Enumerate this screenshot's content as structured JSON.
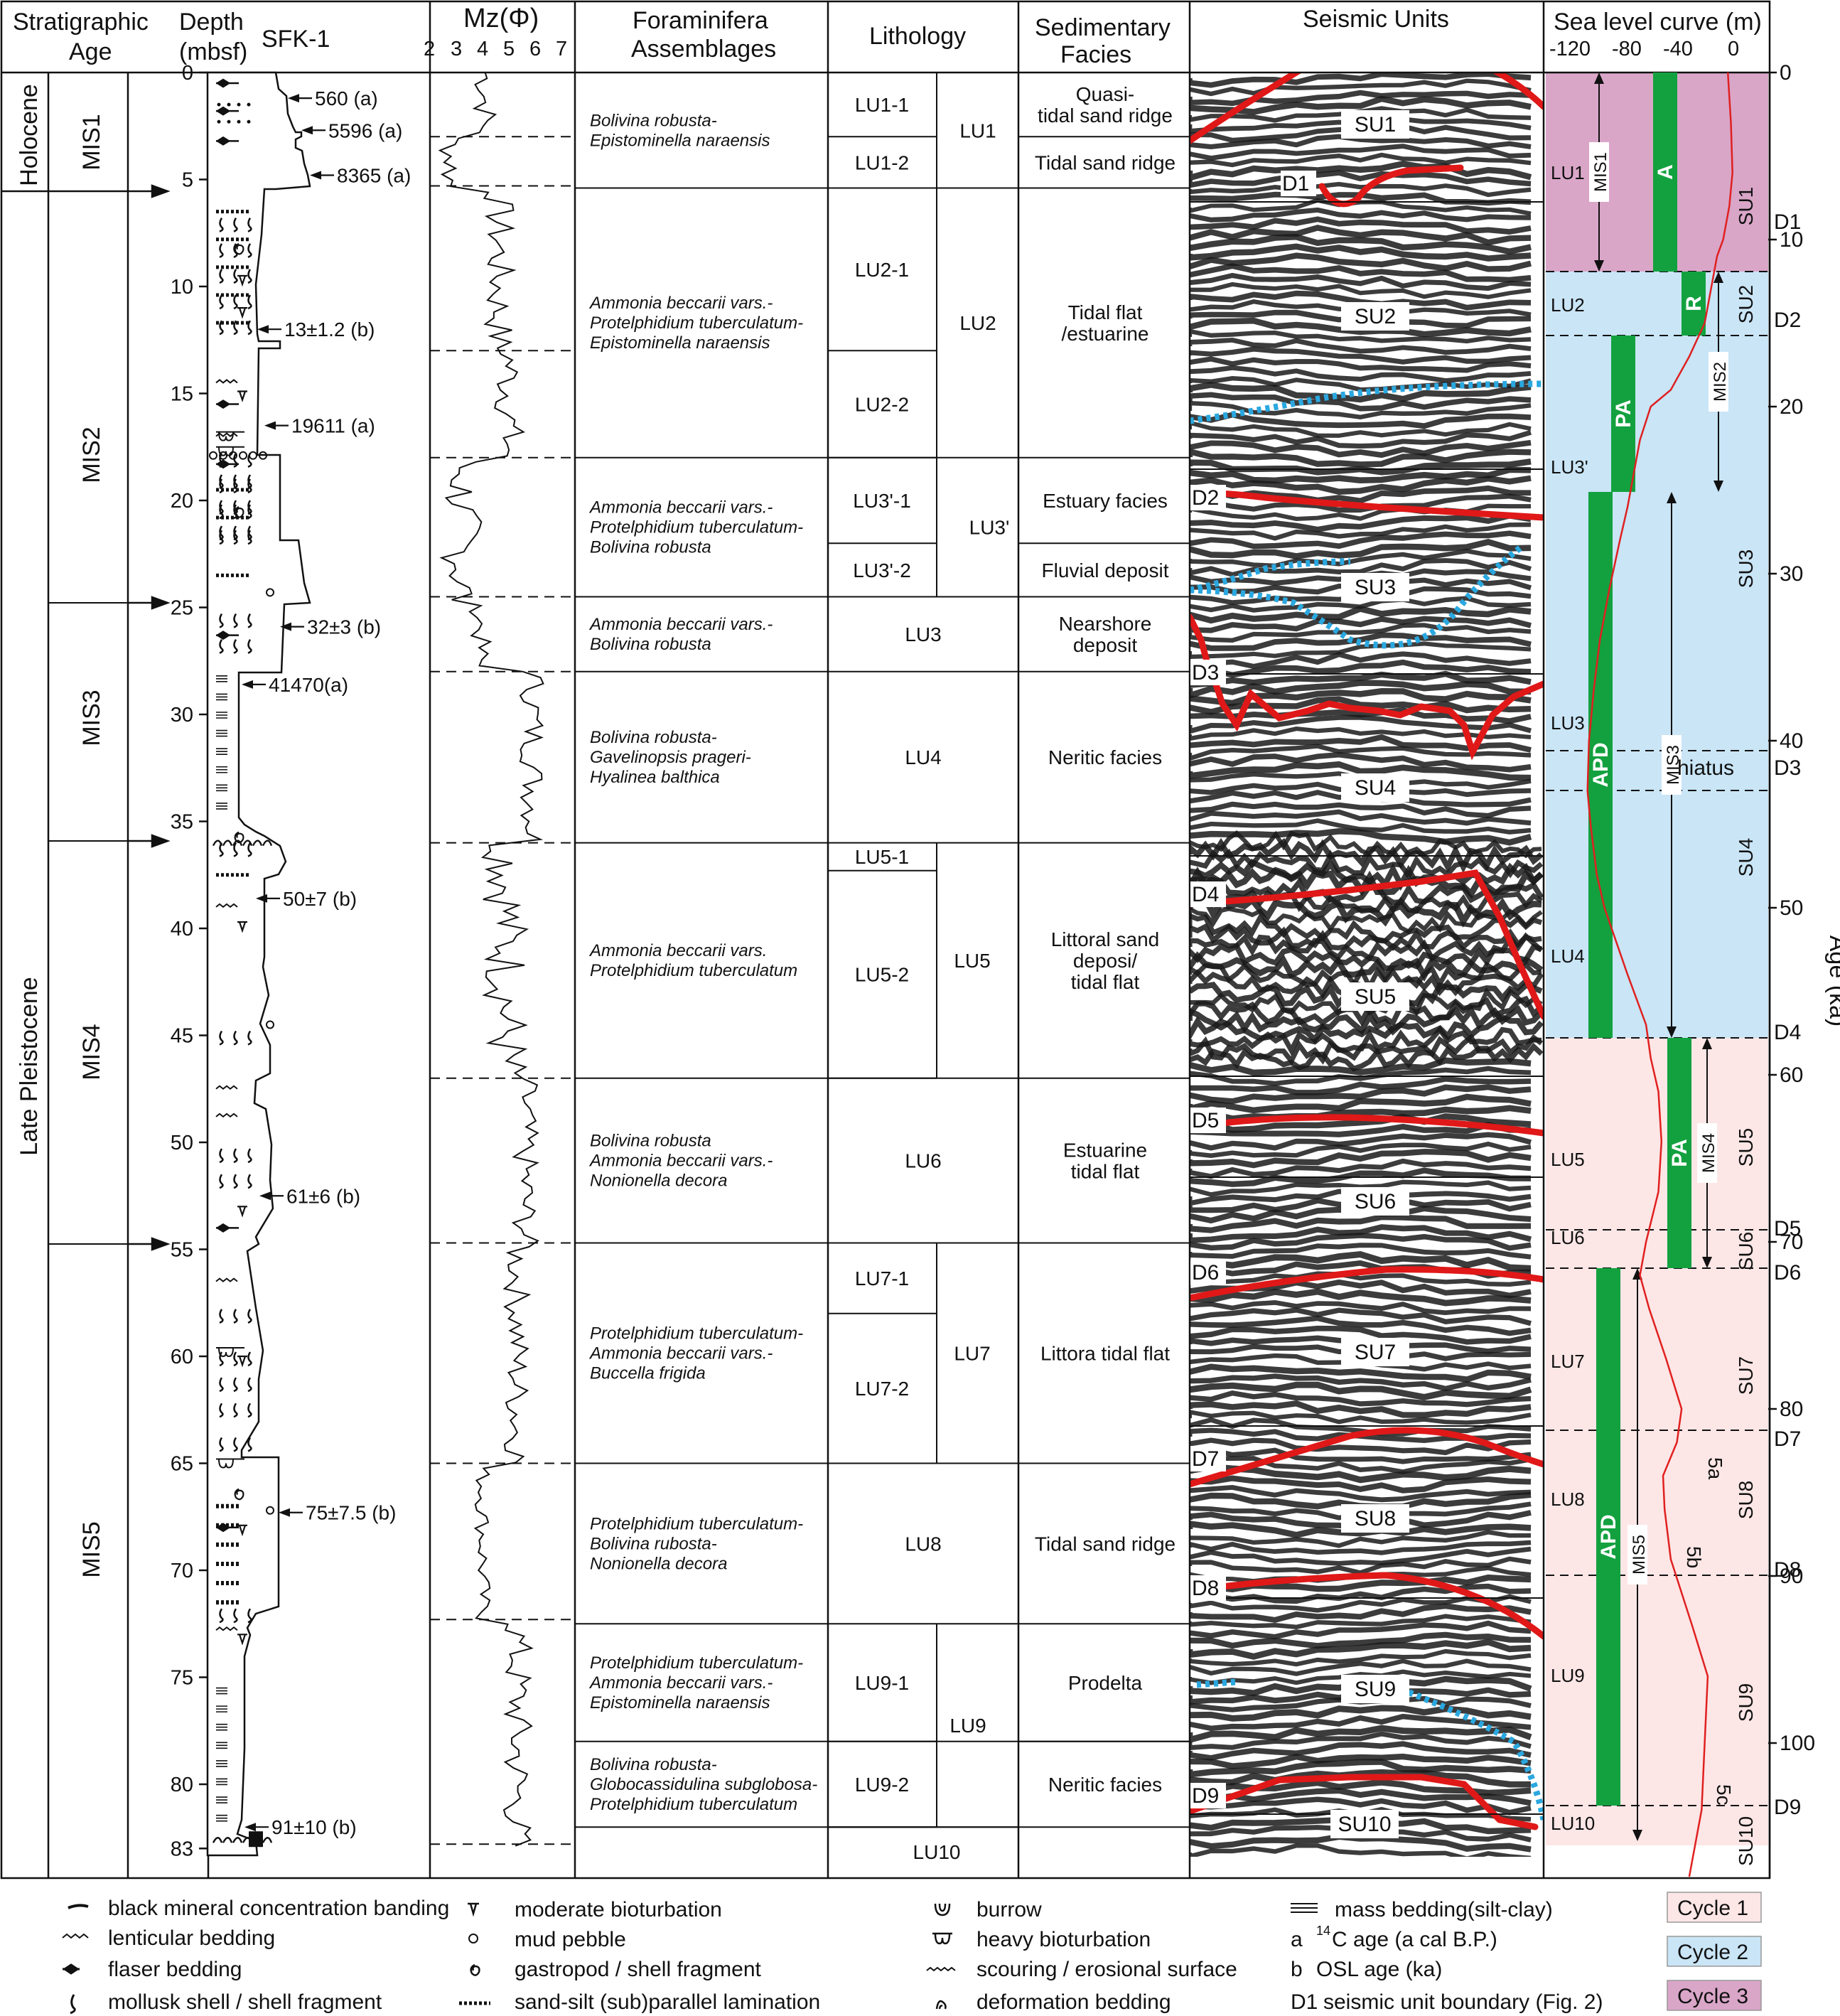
{
  "headers": {
    "strat_age": "Stratigraphic Age",
    "strat_age_l1": "Stratigraphic",
    "strat_age_l2": "Age",
    "depth_l1": "Depth",
    "depth_l2": "(mbsf)",
    "core": "SFK-1",
    "mz": "Mz(Φ)",
    "foram_l1": "Foraminifera",
    "foram_l2": "Assemblages",
    "lithology": "Lithology",
    "facies_l1": "Sedimentary",
    "facies_l2": "Facies",
    "seismic": "Seismic Units",
    "sealevel": "Sea level curve (m)",
    "age_axis": "Age (ka)"
  },
  "epochs": [
    "Holocene",
    "Late Pleistocene"
  ],
  "mis_stages": [
    "MIS1",
    "MIS2",
    "MIS3",
    "MIS4",
    "MIS5"
  ],
  "depth_ticks": [
    "0",
    "5",
    "10",
    "15",
    "20",
    "25",
    "30",
    "35",
    "40",
    "45",
    "50",
    "55",
    "60",
    "65",
    "70",
    "75",
    "80",
    "83"
  ],
  "mz_ticks": [
    "2",
    "3",
    "4",
    "5",
    "6",
    "7"
  ],
  "dates": [
    {
      "depth": 1.2,
      "label": "560 (a)"
    },
    {
      "depth": 2.7,
      "label": "5596 (a)"
    },
    {
      "depth": 4.8,
      "label": "8365 (a)"
    },
    {
      "depth": 12.0,
      "label": "13±1.2 (b)"
    },
    {
      "depth": 16.5,
      "label": "19611 (a)"
    },
    {
      "depth": 25.9,
      "label": "32±3 (b)"
    },
    {
      "depth": 28.6,
      "label": "41470(a)"
    },
    {
      "depth": 38.6,
      "label": "50±7 (b)"
    },
    {
      "depth": 52.5,
      "label": "61±6 (b)"
    },
    {
      "depth": 67.3,
      "label": "75±7.5 (b)"
    },
    {
      "depth": 82.0,
      "label": "91±10 (b)"
    }
  ],
  "foram": [
    {
      "l1": "Bolivina robusta-",
      "l2": "Epistominella naraensis",
      "l3": ""
    },
    {
      "l1": "Ammonia beccarii vars.-",
      "l2": "Protelphidium tuberculatum-",
      "l3": "Epistominella naraensis"
    },
    {
      "l1": "Ammonia beccarii vars.-",
      "l2": "Protelphidium tuberculatum-",
      "l3": "Bolivina robusta"
    },
    {
      "l1": "Ammonia beccarii vars.-",
      "l2": "Bolivina robusta",
      "l3": ""
    },
    {
      "l1": "Bolivina robusta-",
      "l2": "Gavelinopsis prageri-",
      "l3": "Hyalinea balthica"
    },
    {
      "l1": "Ammonia beccarii vars.",
      "l2": "Protelphidium tuberculatum",
      "l3": ""
    },
    {
      "l1": "Bolivina robusta",
      "l2": "Ammonia beccarii vars.-",
      "l3": "Nonionella decora"
    },
    {
      "l1": "Protelphidium tuberculatum-",
      "l2": "Ammonia beccarii vars.-",
      "l3": "Buccella frigida"
    },
    {
      "l1": "Protelphidium tuberculatum-",
      "l2": "Bolivina rubosta-",
      "l3": "Nonionella decora"
    },
    {
      "l1": "Protelphidium tuberculatum-",
      "l2": "Ammonia beccarii vars.-",
      "l3": "Epistominella naraensis"
    },
    {
      "l1": "Bolivina robusta-",
      "l2": "Globocassidulina subglobosa-",
      "l3": "Protelphidium tuberculatum"
    }
  ],
  "litho_sub": [
    "LU1-1",
    "LU1-2",
    "LU2-1",
    "LU2-2",
    "LU3'-1",
    "LU3'-2",
    "LU5-1",
    "LU5-2",
    "LU7-1",
    "LU7-2",
    "LU9-1",
    "LU9-2"
  ],
  "litho_main": [
    "LU1",
    "LU2",
    "LU3'",
    "LU3",
    "LU4",
    "LU5",
    "LU6",
    "LU7",
    "LU8",
    "LU9",
    "LU10"
  ],
  "facies": [
    {
      "l1": "Quasi-",
      "l2": "tidal sand ridge",
      "l3": ""
    },
    {
      "l1": "Tidal sand ridge",
      "l2": "",
      "l3": ""
    },
    {
      "l1": "Tidal flat",
      "l2": "/estuarine",
      "l3": ""
    },
    {
      "l1": "Estuary facies",
      "l2": "",
      "l3": ""
    },
    {
      "l1": "Fluvial deposit",
      "l2": "",
      "l3": ""
    },
    {
      "l1": "Nearshore",
      "l2": "deposit",
      "l3": ""
    },
    {
      "l1": "Neritic facies",
      "l2": "",
      "l3": ""
    },
    {
      "l1": "Littoral sand",
      "l2": "deposi/",
      "l3": "tidal flat"
    },
    {
      "l1": "Estuarine",
      "l2": "tidal flat",
      "l3": ""
    },
    {
      "l1": "Littora tidal flat",
      "l2": "",
      "l3": ""
    },
    {
      "l1": "Tidal sand ridge",
      "l2": "",
      "l3": ""
    },
    {
      "l1": "Prodelta",
      "l2": "",
      "l3": ""
    },
    {
      "l1": "Neritic facies",
      "l2": "",
      "l3": ""
    }
  ],
  "seismic_units": [
    "SU1",
    "SU2",
    "SU3",
    "SU4",
    "SU5",
    "SU6",
    "SU7",
    "SU8",
    "SU9",
    "SU10"
  ],
  "seismic_boundaries": [
    "D1",
    "D2",
    "D3",
    "D4",
    "D5",
    "D6",
    "D7",
    "D8",
    "D9"
  ],
  "sea_level": {
    "x_ticks": [
      "-120",
      "-80",
      "-40",
      "0"
    ],
    "age_ticks": [
      "0",
      "10",
      "20",
      "30",
      "40",
      "50",
      "60",
      "70",
      "80",
      "90",
      "100"
    ],
    "lu_labels": [
      "LU1",
      "LU2",
      "LU3'",
      "LU3",
      "LU4",
      "LU5",
      "LU6",
      "LU7",
      "LU8",
      "LU9",
      "LU10"
    ],
    "su_labels": [
      "SU1",
      "SU2",
      "SU3",
      "SU4",
      "SU5",
      "SU6",
      "SU7",
      "SU8",
      "SU9",
      "SU10"
    ],
    "d_labels": [
      "D1",
      "D2",
      "D3",
      "D4",
      "D5",
      "D6",
      "D7",
      "D8",
      "D9"
    ],
    "mis_labels": [
      "MIS1",
      "MIS2",
      "MIS3",
      "MIS4",
      "MIS5"
    ],
    "bars": [
      "A",
      "R",
      "PA",
      "APD",
      "PA",
      "APD"
    ],
    "hiatus": "hiatus",
    "substages": [
      "5a",
      "5b",
      "5c"
    ],
    "curve": {
      "x_m": [
        -5,
        -3,
        -2,
        -4,
        -8,
        -12,
        -16,
        -20,
        -30,
        -42,
        -55,
        -62,
        -66,
        -70,
        -75,
        -82,
        -88,
        -92,
        -95,
        -96,
        -94,
        -90,
        -85,
        -70,
        -58,
        -55,
        -50,
        -48,
        -50,
        -58,
        -62,
        -56,
        -45,
        -35,
        -38,
        -47,
        -46,
        -42,
        -28,
        -18,
        -20,
        -22,
        -26,
        -30
      ],
      "age_ka": [
        0,
        3,
        6,
        8,
        10,
        11,
        13,
        15,
        17,
        19,
        20,
        22,
        24,
        26,
        28,
        31,
        34,
        37,
        40,
        43,
        45,
        48,
        50,
        54,
        57,
        59,
        61,
        64,
        67,
        70,
        72,
        74,
        77,
        80,
        82,
        84,
        86,
        89,
        93,
        96,
        100,
        104,
        106,
        108
      ]
    },
    "colors": {
      "cycle1": "#fde6e6",
      "cycle2": "#c9e5f6",
      "cycle3": "#d9a6c8",
      "bar": "#13a13f",
      "curve": "#e02020"
    }
  },
  "legend": [
    {
      "icon": "black-mineral-band-icon",
      "label": "black mineral concentration banding"
    },
    {
      "icon": "lenticular-bedding-icon",
      "label": "lenticular bedding"
    },
    {
      "icon": "flaser-bedding-icon",
      "label": "flaser bedding"
    },
    {
      "icon": "mollusk-shell-icon",
      "label": "mollusk shell / shell fragment"
    },
    {
      "icon": "moderate-bioturbation-icon",
      "label": "moderate bioturbation"
    },
    {
      "icon": "mud-pebble-icon",
      "label": "mud pebble"
    },
    {
      "icon": "gastropod-icon",
      "label": "gastropod / shell fragment"
    },
    {
      "icon": "sand-silt-lamination-icon",
      "label": "sand-silt (sub)parallel lamination"
    },
    {
      "icon": "burrow-icon",
      "label": "burrow"
    },
    {
      "icon": "heavy-bioturbation-icon",
      "label": "heavy bioturbation"
    },
    {
      "icon": "scouring-icon",
      "label": "scouring / erosional surface"
    },
    {
      "icon": "deformation-bedding-icon",
      "label": "deformation bedding"
    },
    {
      "icon": "mass-bedding-icon",
      "label": "mass bedding(silt-clay)"
    },
    {
      "icon": "",
      "label": "a 14C age (a cal B.P.)"
    },
    {
      "icon": "",
      "label": "b OSL age (ka)"
    },
    {
      "icon": "",
      "label": "D1 seismic unit boundary (Fig. 2)"
    }
  ],
  "legend_parts": {
    "a_letter": "a",
    "c14_super": "14",
    "c14_text": "C age (a cal B.P.)",
    "b_letter": "b",
    "b_text": "OSL age (ka)",
    "d_letter": "D1",
    "d_text": "seismic unit boundary (Fig. 2)"
  },
  "cycles": [
    {
      "label": "Cycle 1",
      "color": "#fde6e6"
    },
    {
      "label": "Cycle 2",
      "color": "#c9e5f6"
    },
    {
      "label": "Cycle 3",
      "color": "#d9a6c8"
    }
  ]
}
